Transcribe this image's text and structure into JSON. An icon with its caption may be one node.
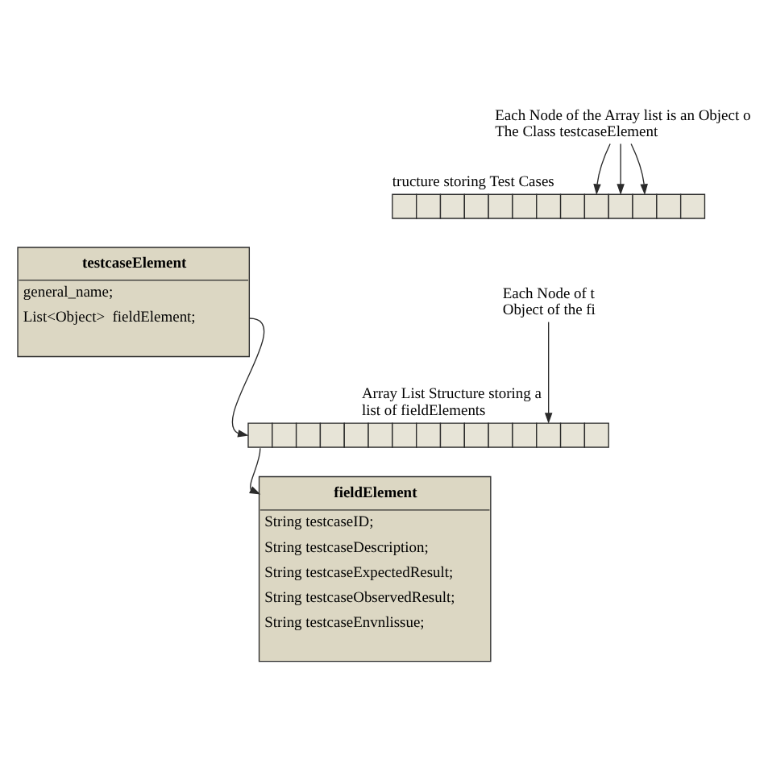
{
  "diagram": {
    "nodes": [
      {
        "text": [
          "Each Node of the Array list is an Object o The Class testcaseElement"
        ]
      },
      {
        "text": [
          "tructure storing Test Cases"
        ]
      },
      {
        "text": [
          "Each Node of t Object of the fi"
        ]
      },
      {
        "text": [
          "testcaseElement",
          "general_name;",
          "List<Object>  fieldElement;"
        ]
      },
      {
        "text": [
          "Array List Structure storing a list of fieldElements"
        ]
      },
      {
        "text": [
          "fieldElement",
          "String testcaseID;",
          "String testcaseDescription;",
          "String testcaseExpectedResult;",
          "String testcaseObservedResult;",
          "String testcaseEnvnlissue;"
        ]
      }
    ],
    "edges": [
      {
        "from": 0,
        "to": 1,
        "arrow": "to"
      },
      {
        "from": 0,
        "to": 1,
        "arrow": "to"
      },
      {
        "from": 0,
        "to": 1,
        "arrow": "to"
      },
      {
        "from": 3,
        "to": 4,
        "arrow": "to"
      },
      {
        "from": 4,
        "to": 5,
        "arrow": "to"
      },
      {
        "from": 2,
        "to": 4,
        "arrow": "to"
      }
    ]
  }
}
